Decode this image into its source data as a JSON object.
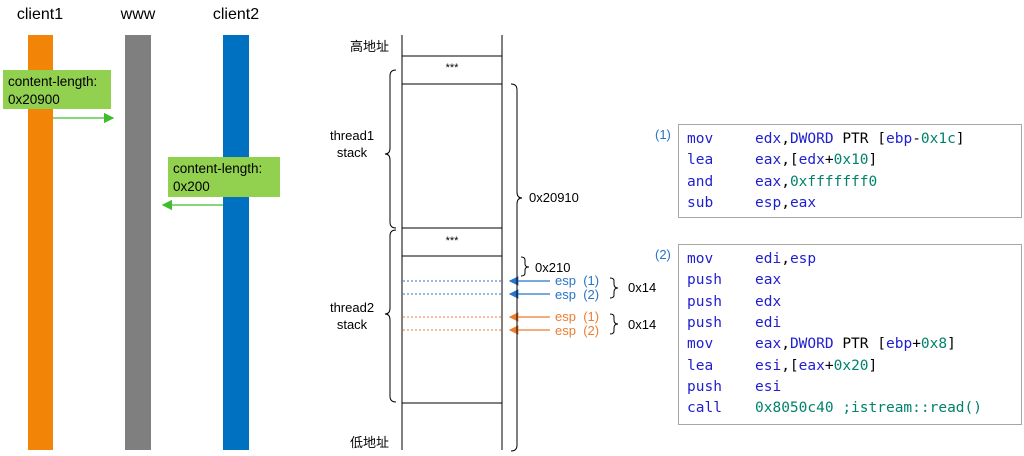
{
  "columns": {
    "client1": "client1",
    "www": "www",
    "client2": "client2"
  },
  "colors": {
    "client1": "#f28407",
    "www": "#7f7f7f",
    "client2": "#0070c0",
    "label_bg": "#92d050",
    "esp_blue": "#2874c9",
    "esp_orange": "#ed7d31",
    "arrow_green": "#3fbd2a"
  },
  "requests": {
    "client1": {
      "line1": "content-length:",
      "line2": "0x20900"
    },
    "client2": {
      "line1": "content-length:",
      "line2": "0x200"
    }
  },
  "stack": {
    "high_addr": "高地址",
    "low_addr": "低地址",
    "stars_top": "***",
    "stars_mid": "***",
    "thread1": {
      "line1": "thread1",
      "line2": "stack"
    },
    "thread2": {
      "line1": "thread2",
      "line2": "stack"
    },
    "size_total": "0x20910",
    "size_small": "0x210",
    "size_blue": "0x14",
    "size_orange": "0x14",
    "esp_blue_1": {
      "name": "esp",
      "idx": "(1)"
    },
    "esp_blue_2": {
      "name": "esp",
      "idx": "(2)"
    },
    "esp_orange_1": {
      "name": "esp",
      "idx": "(1)"
    },
    "esp_orange_2": {
      "name": "esp",
      "idx": "(2)"
    }
  },
  "code1": {
    "marker": "(1)",
    "lines": [
      {
        "op": "mov",
        "parts": [
          [
            "t",
            "edx"
          ],
          [
            "p",
            ","
          ],
          [
            "t",
            "DWORD"
          ],
          [
            "p",
            " PTR ["
          ],
          [
            "t",
            "ebp"
          ],
          [
            "p",
            "-"
          ],
          [
            "n",
            "0x1c"
          ],
          [
            "p",
            "]"
          ]
        ]
      },
      {
        "op": "lea",
        "parts": [
          [
            "t",
            "eax"
          ],
          [
            "p",
            ",["
          ],
          [
            "t",
            "edx"
          ],
          [
            "p",
            "+"
          ],
          [
            "n",
            "0x10"
          ],
          [
            "p",
            "]"
          ]
        ]
      },
      {
        "op": "and",
        "parts": [
          [
            "t",
            "eax"
          ],
          [
            "p",
            ","
          ],
          [
            "n",
            "0xfffffff0"
          ]
        ]
      },
      {
        "op": "sub",
        "parts": [
          [
            "t",
            "esp"
          ],
          [
            "p",
            ","
          ],
          [
            "t",
            "eax"
          ]
        ]
      }
    ]
  },
  "code2": {
    "marker": "(2)",
    "lines": [
      {
        "op": "mov",
        "parts": [
          [
            "t",
            "edi"
          ],
          [
            "p",
            ","
          ],
          [
            "t",
            "esp"
          ]
        ]
      },
      {
        "op": "push",
        "parts": [
          [
            "t",
            "eax"
          ]
        ]
      },
      {
        "op": "push",
        "parts": [
          [
            "t",
            "edx"
          ]
        ]
      },
      {
        "op": "push",
        "parts": [
          [
            "t",
            "edi"
          ]
        ]
      },
      {
        "op": "mov",
        "parts": [
          [
            "t",
            "eax"
          ],
          [
            "p",
            ","
          ],
          [
            "t",
            "DWORD"
          ],
          [
            "p",
            " PTR ["
          ],
          [
            "t",
            "ebp"
          ],
          [
            "p",
            "+"
          ],
          [
            "n",
            "0x8"
          ],
          [
            "p",
            "]"
          ]
        ]
      },
      {
        "op": "lea",
        "parts": [
          [
            "t",
            "esi"
          ],
          [
            "p",
            ",["
          ],
          [
            "t",
            "eax"
          ],
          [
            "p",
            "+"
          ],
          [
            "n",
            "0x20"
          ],
          [
            "p",
            "]"
          ]
        ]
      },
      {
        "op": "push",
        "parts": [
          [
            "t",
            "esi"
          ]
        ]
      },
      {
        "op": "call",
        "parts": [
          [
            "n",
            "0x8050c40"
          ],
          [
            "p",
            " "
          ],
          [
            "n",
            ";istream::read()"
          ]
        ]
      }
    ]
  }
}
